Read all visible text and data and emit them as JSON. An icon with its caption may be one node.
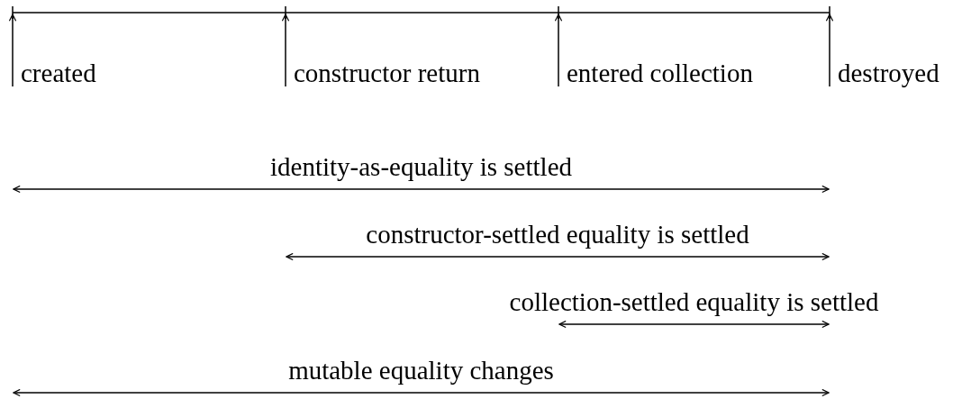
{
  "diagram": {
    "nodes": [
      {
        "text": [
          "created"
        ]
      },
      {
        "text": [
          "constructor return"
        ]
      },
      {
        "text": [
          "entered collection"
        ]
      },
      {
        "text": [
          "destroyed"
        ]
      }
    ],
    "edges": [
      {
        "from": 0,
        "to": null,
        "arrow": "to"
      },
      {
        "from": 1,
        "to": null,
        "arrow": "to"
      },
      {
        "from": 2,
        "to": null,
        "arrow": "to"
      },
      {
        "from": 3,
        "to": null,
        "arrow": "to"
      }
    ],
    "labels": [
      "identity-as-equality is settled",
      "constructor-settled equality is settled",
      "collection-settled equality is settled",
      "mutable equality changes"
    ]
  }
}
